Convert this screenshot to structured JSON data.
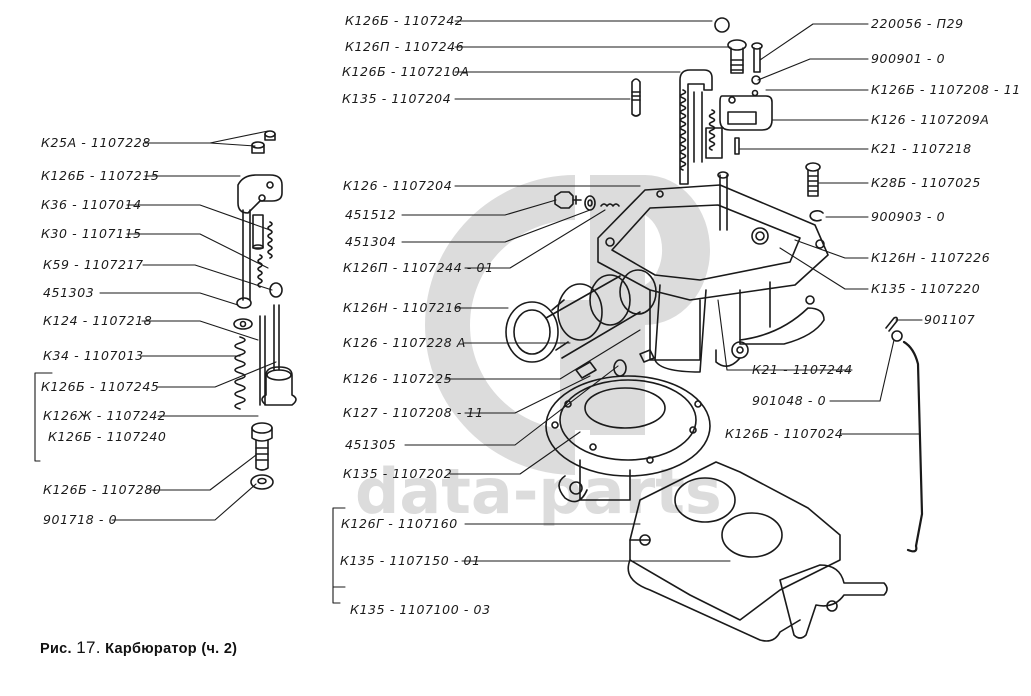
{
  "figure": {
    "caption_prefix": "Рис.",
    "caption_number": "17.",
    "caption_title": "Карбюратор",
    "caption_suffix": "(ч. 2)"
  },
  "watermark": {
    "text": "data-parts",
    "logo": "gp-logo",
    "color": "#d9d9d9"
  },
  "colors": {
    "ink": "#1a1a1a",
    "background": "#ffffff"
  },
  "left_labels": [
    {
      "id": "K25A-1107228",
      "text": "К25А - 1107228"
    },
    {
      "id": "K126B-1107215",
      "text": "К126Б - 1107215"
    },
    {
      "id": "K36-1107014",
      "text": "К36 - 1107014"
    },
    {
      "id": "K30-1107115",
      "text": "К30 - 1107115"
    },
    {
      "id": "K59-1107217",
      "text": "К59 - 1107217"
    },
    {
      "id": "451303",
      "text": "451303"
    },
    {
      "id": "K124-1107218",
      "text": "К124 - 1107218"
    },
    {
      "id": "K34-1107013",
      "text": "К34 - 1107013"
    },
    {
      "id": "K126B-1107245",
      "text": "К126Б - 1107245"
    },
    {
      "id": "K126ZH-1107242",
      "text": "К126Ж - 1107242"
    },
    {
      "id": "K126B-1107240",
      "text": "К126Б - 1107240"
    },
    {
      "id": "K126B-1107280",
      "text": "К126Б - 1107280"
    },
    {
      "id": "901718-0",
      "text": "901718 - 0"
    }
  ],
  "center_labels": [
    {
      "id": "K126B-1107242",
      "text": "К126Б - 1107242"
    },
    {
      "id": "K126P-1107246",
      "text": "К126П - 1107246"
    },
    {
      "id": "K126B-1107210A",
      "text": "К126Б - 1107210А"
    },
    {
      "id": "K135-1107204",
      "text": "К135 - 1107204"
    },
    {
      "id": "K126-1107204",
      "text": "К126 - 1107204"
    },
    {
      "id": "451512",
      "text": "451512"
    },
    {
      "id": "451304",
      "text": "451304"
    },
    {
      "id": "K126P-1107244-01",
      "text": "К126П - 1107244 - 01"
    },
    {
      "id": "K126N-1107216",
      "text": "К126Н - 1107216"
    },
    {
      "id": "K126-1107228A",
      "text": "К126 - 1107228 А"
    },
    {
      "id": "K126-1107225",
      "text": "К126 - 1107225"
    },
    {
      "id": "K127-1107208-11",
      "text": "К127 - 1107208 - 11"
    },
    {
      "id": "451305",
      "text": "451305"
    },
    {
      "id": "K135-1107202",
      "text": "К135 - 1107202"
    },
    {
      "id": "K126G-1107160",
      "text": "К126Г - 1107160"
    },
    {
      "id": "K135-1107150-01",
      "text": "К135 - 1107150 - 01"
    },
    {
      "id": "K135-1107100-03",
      "text": "К135 - 1107100 - 03"
    }
  ],
  "right_labels": [
    {
      "id": "220056-P29",
      "text": "220056 - П29"
    },
    {
      "id": "900901-0",
      "text": "900901 - 0"
    },
    {
      "id": "K126B-1107208-11",
      "text": "К126Б - 1107208 - 11"
    },
    {
      "id": "K126-1107209A",
      "text": "К126 - 1107209А"
    },
    {
      "id": "K21-1107218",
      "text": "К21 - 1107218"
    },
    {
      "id": "K28B-1107025",
      "text": "К28Б - 1107025"
    },
    {
      "id": "900903-0",
      "text": "900903 - 0"
    },
    {
      "id": "K126N-1107226",
      "text": "К126Н - 1107226"
    },
    {
      "id": "K135-1107220",
      "text": "К135 - 1107220"
    },
    {
      "id": "901107",
      "text": "901107"
    },
    {
      "id": "K21-1107244",
      "text": "К21 - 1107244"
    },
    {
      "id": "901048-0",
      "text": "901048 - 0"
    },
    {
      "id": "K126B-1107024",
      "text": "К126Б - 1107024"
    }
  ],
  "assembly_groups": [
    {
      "name": "left-bracket-float-pump",
      "members": [
        "K126B-1107245",
        "K126ZH-1107242",
        "K126B-1107240"
      ]
    },
    {
      "name": "center-bracket-throttle-body",
      "members": [
        "K126G-1107160",
        "K135-1107150-01",
        "K135-1107100-03"
      ]
    }
  ]
}
